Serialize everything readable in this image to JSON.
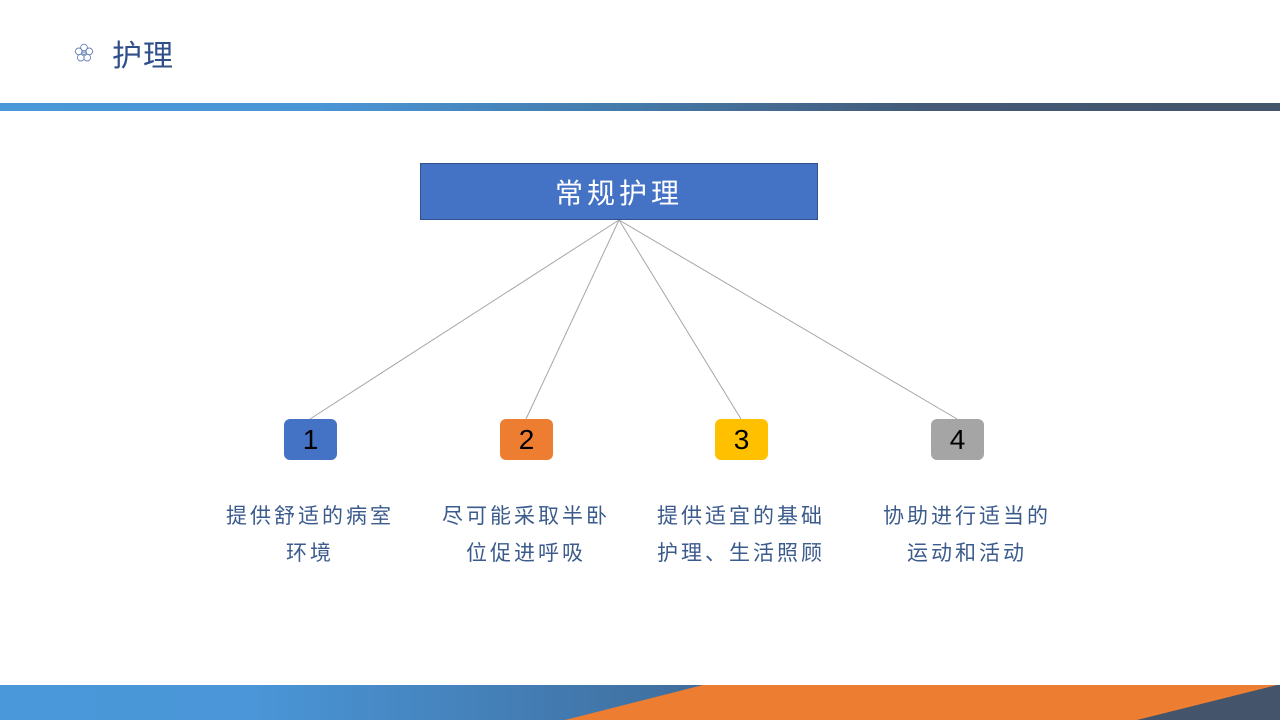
{
  "header": {
    "title": "护理",
    "icon": "flower-icon",
    "accent_color": "#2f4f8a"
  },
  "diagram": {
    "root": {
      "label": "常规护理",
      "color": "#4472c4"
    },
    "children": [
      {
        "number": "1",
        "color": "#4472c4",
        "line1": "提供舒适的病室",
        "line2": "环境"
      },
      {
        "number": "2",
        "color": "#ed7d31",
        "line1": "尽可能采取半卧",
        "line2": "位促进呼吸"
      },
      {
        "number": "3",
        "color": "#ffc000",
        "line1": "提供适宜的基础",
        "line2": "护理、生活照顾"
      },
      {
        "number": "4",
        "color": "#a5a5a5",
        "line1": "协助进行适当的",
        "line2": "运动和活动"
      }
    ]
  },
  "theme": {
    "band_blue": "#4a98d9",
    "band_orange": "#ed7d31",
    "band_dark": "#44546a"
  }
}
